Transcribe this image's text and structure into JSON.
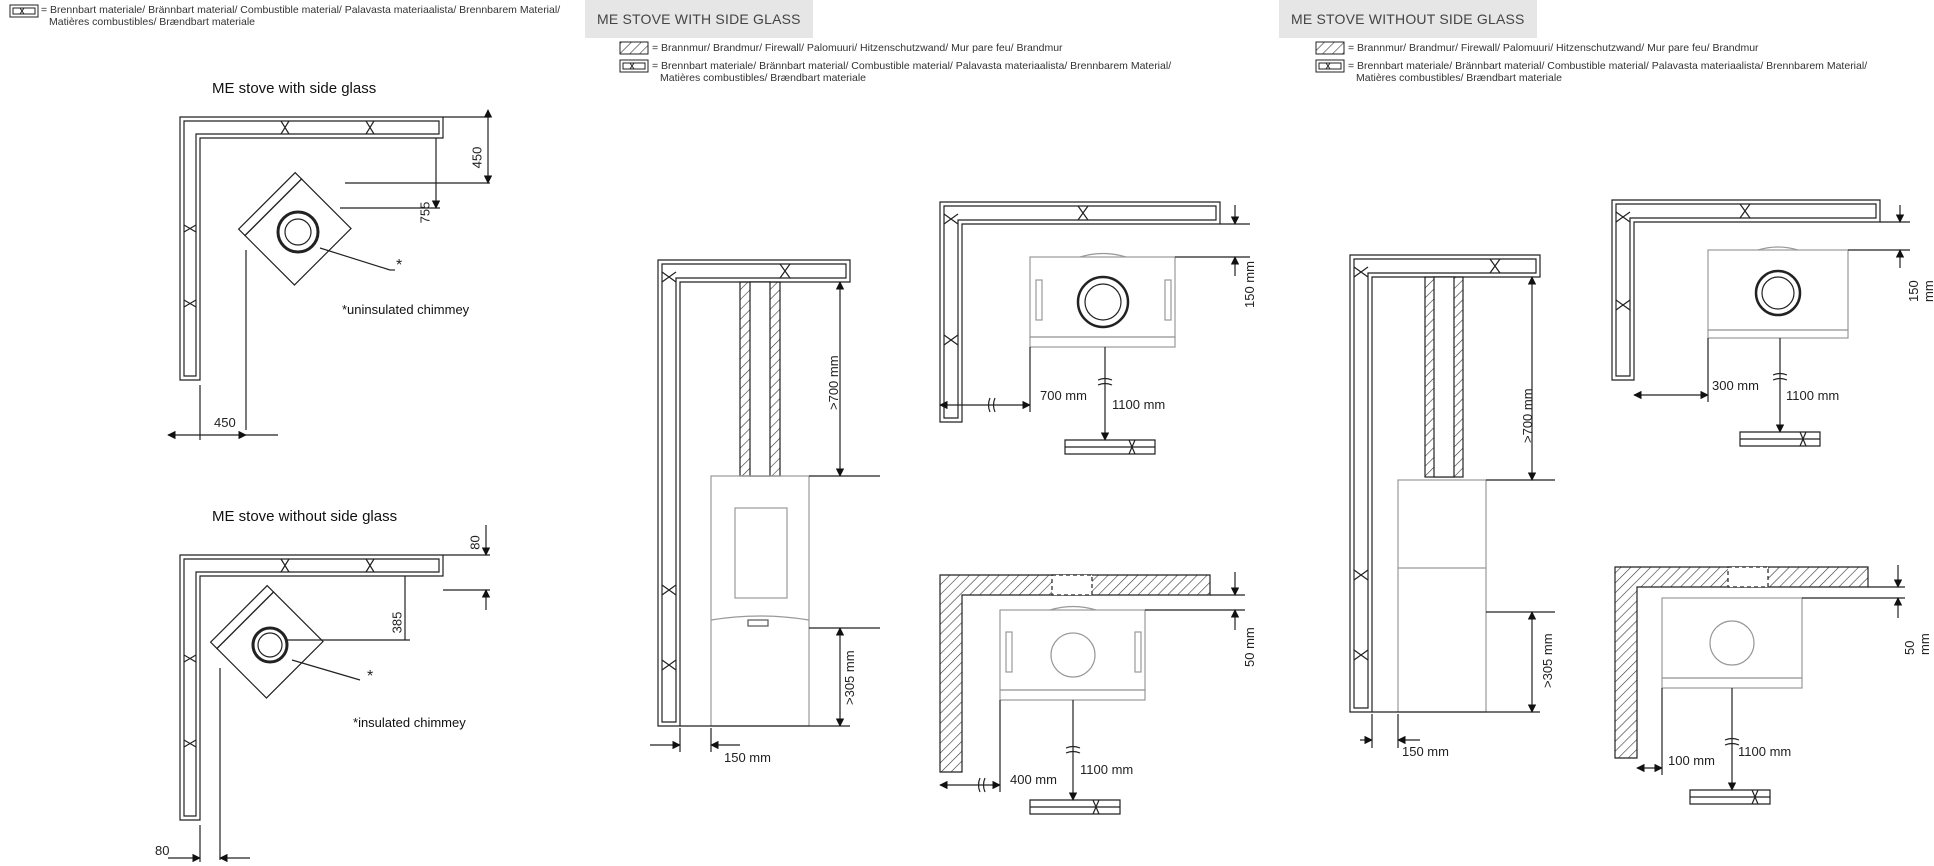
{
  "legend": {
    "firewall": "= Brannmur/ Brandmur/ Firewall/ Palomuuri/ Hitzenschutzwand/ Mur pare feu/ Brandmur",
    "combustible_line1": "= Brennbart materiale/ Brännbart material/ Combustible material/ Palavasta materiaalista/ Brennbarem Material/",
    "combustible_line2": "Matières combustibles/ Brændbart materiale"
  },
  "sections": {
    "with_glass_header": "ME STOVE WITH SIDE GLASS",
    "without_glass_header": "ME STOVE WITHOUT SIDE GLASS"
  },
  "corner": {
    "caption_top": "ME stove with side glass",
    "caption_bottom": "ME stove without side glass",
    "note_top": "*uninsulated chimmey",
    "note_bottom": "insulated chimmey",
    "asterisk": "*",
    "dims_top": [
      "450",
      "755",
      "450"
    ],
    "dims_bottom": [
      "80",
      "385",
      "80"
    ]
  },
  "with_glass": {
    "side_above": ">700 mm",
    "side_below": ">305 mm",
    "side_wall": "150 mm",
    "top_back": "150 mm",
    "top_side": "700 mm",
    "top_front": "1100 mm",
    "fw_back": "50 mm",
    "fw_side": "400 mm",
    "fw_front": "1100 mm"
  },
  "without_glass": {
    "side_above": ">700 mm",
    "side_below": ">305 mm",
    "side_wall": "150 mm",
    "top_back": "150 mm",
    "top_side": "300 mm",
    "top_front": "1100 mm",
    "fw_back": "50 mm",
    "fw_side": "100 mm",
    "fw_front": "1100 mm"
  }
}
